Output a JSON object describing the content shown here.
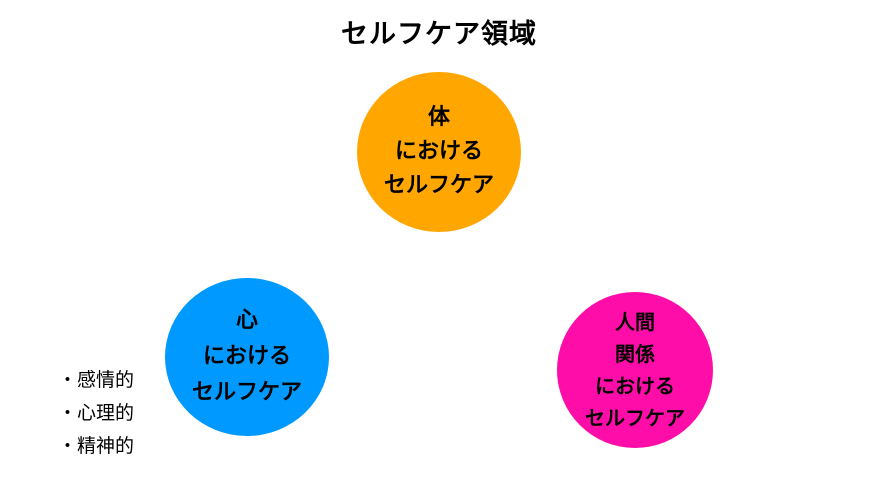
{
  "title": "セルフケア領域",
  "circles": {
    "body": {
      "color": "#FFA600",
      "lines": [
        "体",
        "における",
        "セルフケア"
      ]
    },
    "mind": {
      "color": "#0099FF",
      "lines": [
        "心",
        "における",
        "セルフケア"
      ]
    },
    "relationships": {
      "color": "#FF0DA8",
      "lines": [
        "人間",
        "関係",
        "における",
        "セルフケア"
      ]
    }
  },
  "mind_items": [
    "・感情的",
    "・心理的",
    "・精神的"
  ]
}
